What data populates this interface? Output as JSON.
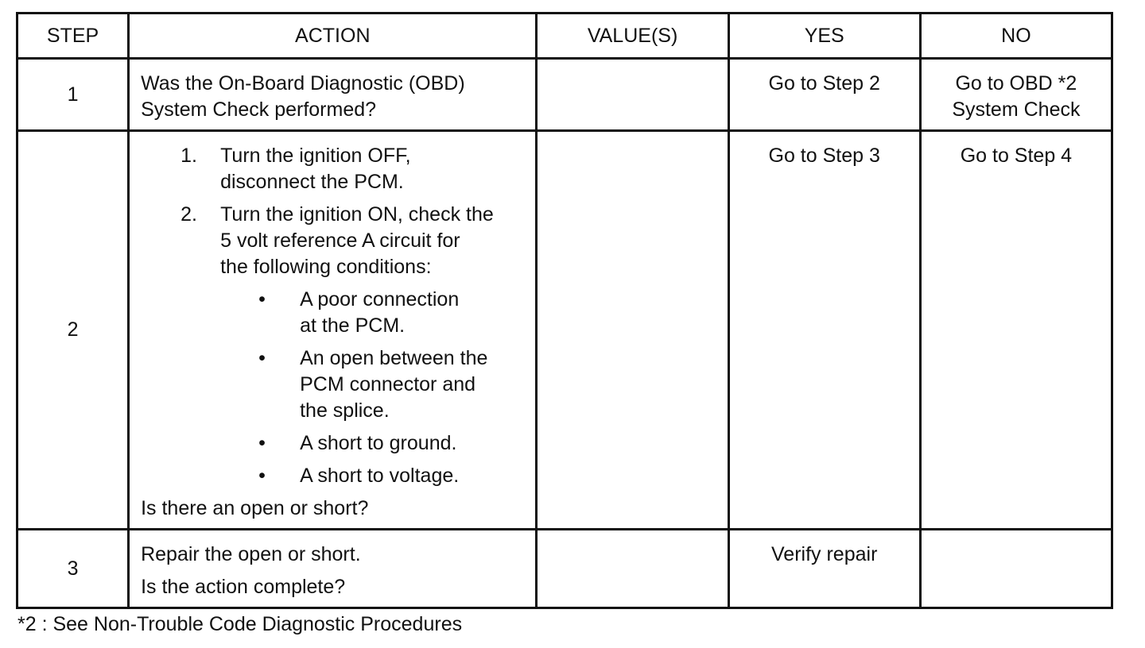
{
  "table": {
    "headers": {
      "step": "STEP",
      "action": "ACTION",
      "values": "VALUE(S)",
      "yes": "YES",
      "no": "NO"
    },
    "rows": [
      {
        "step": "1",
        "action_lines": [
          "Was the On-Board Diagnostic (OBD)",
          "System Check performed?"
        ],
        "values": "",
        "yes": "Go to Step 2",
        "no_lines": [
          "Go to OBD *2",
          "System Check"
        ]
      },
      {
        "step": "2",
        "items": [
          {
            "num": "1.",
            "lines": [
              "Turn the ignition OFF,",
              "disconnect the PCM."
            ]
          },
          {
            "num": "2.",
            "lines": [
              "Turn the ignition ON, check the",
              "5 volt reference A circuit for",
              "the following conditions:"
            ]
          }
        ],
        "bullets": [
          {
            "symbol": "•",
            "lines": [
              "A poor connection",
              "at the PCM."
            ]
          },
          {
            "symbol": "•",
            "lines": [
              "An open between the",
              "PCM connector and",
              "the splice."
            ]
          },
          {
            "symbol": "•",
            "lines": [
              "A short to ground."
            ]
          },
          {
            "symbol": "•",
            "lines": [
              "A short to voltage."
            ]
          }
        ],
        "question": "Is there an open or short?",
        "values": "",
        "yes": "Go to Step 3",
        "no": "Go to Step 4"
      },
      {
        "step": "3",
        "action_lines": [
          "Repair the open or short.",
          "Is the action complete?"
        ],
        "values": "",
        "yes": "Verify repair",
        "no": ""
      }
    ]
  },
  "footnote": "*2 : See Non-Trouble Code Diagnostic Procedures"
}
